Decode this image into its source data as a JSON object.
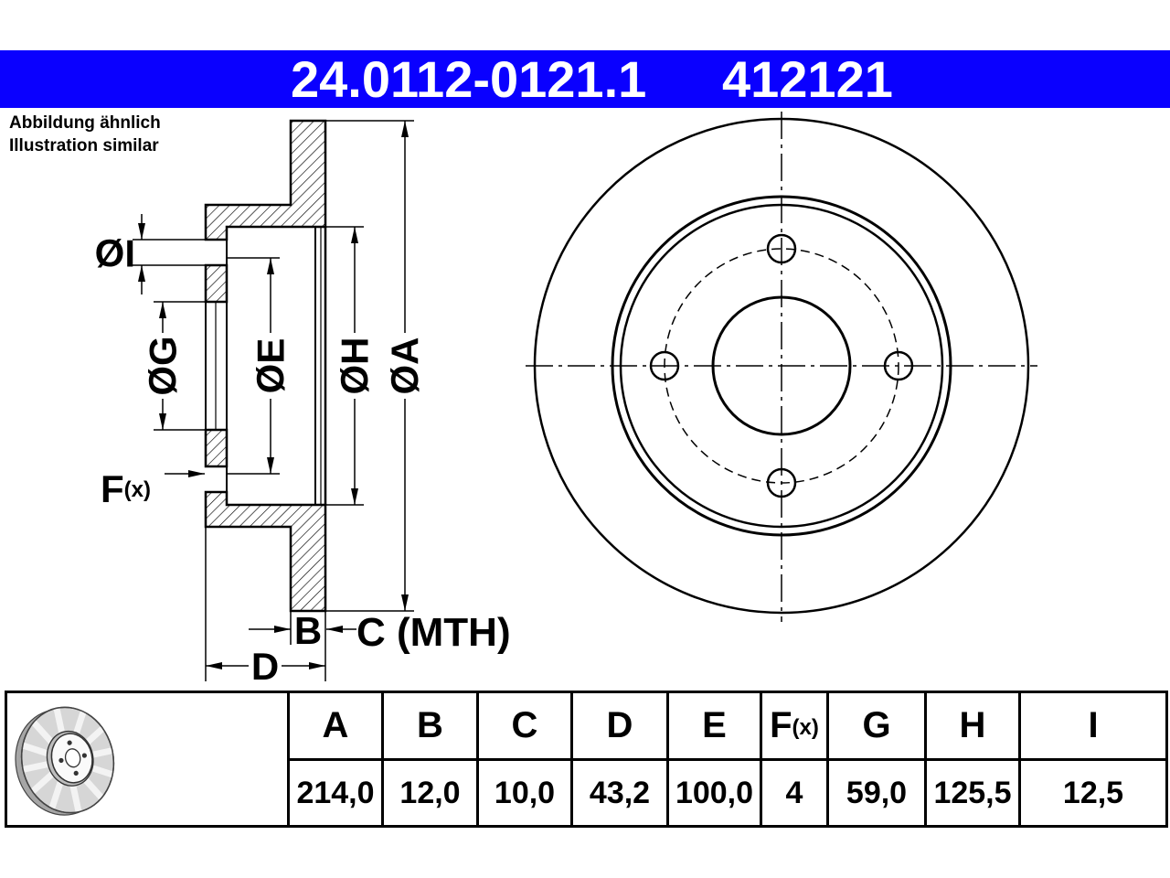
{
  "header": {
    "part_number": "24.0112-0121.1",
    "reference_number": "412121"
  },
  "note": {
    "line1": "Abbildung ähnlich",
    "line2": "Illustration similar"
  },
  "section_view": {
    "label_a": "ØA",
    "label_h": "ØH",
    "label_e": "ØE",
    "label_g": "ØG",
    "label_i": "ØI",
    "label_f": "F",
    "label_f_sub": "(x)",
    "label_b": "B",
    "label_c": "C (MTH)",
    "label_d": "D"
  },
  "table": {
    "columns": [
      {
        "label": "A",
        "value": "214,0"
      },
      {
        "label": "B",
        "value": "12,0"
      },
      {
        "label": "C",
        "value": "10,0"
      },
      {
        "label": "D",
        "value": "43,2"
      },
      {
        "label": "E",
        "value": "100,0"
      },
      {
        "label": "F",
        "label_sub": "(x)",
        "value": "4"
      },
      {
        "label": "G",
        "value": "59,0"
      },
      {
        "label": "H",
        "value": "125,5"
      },
      {
        "label": "I",
        "value": "12,5"
      }
    ]
  },
  "icons": {
    "thumbnail": "brake-disc-icon",
    "front_view": "brake-disc-front-view"
  },
  "colors": {
    "header_bg": "#0a00ff",
    "header_text": "#ffffff",
    "ink": "#000000"
  }
}
